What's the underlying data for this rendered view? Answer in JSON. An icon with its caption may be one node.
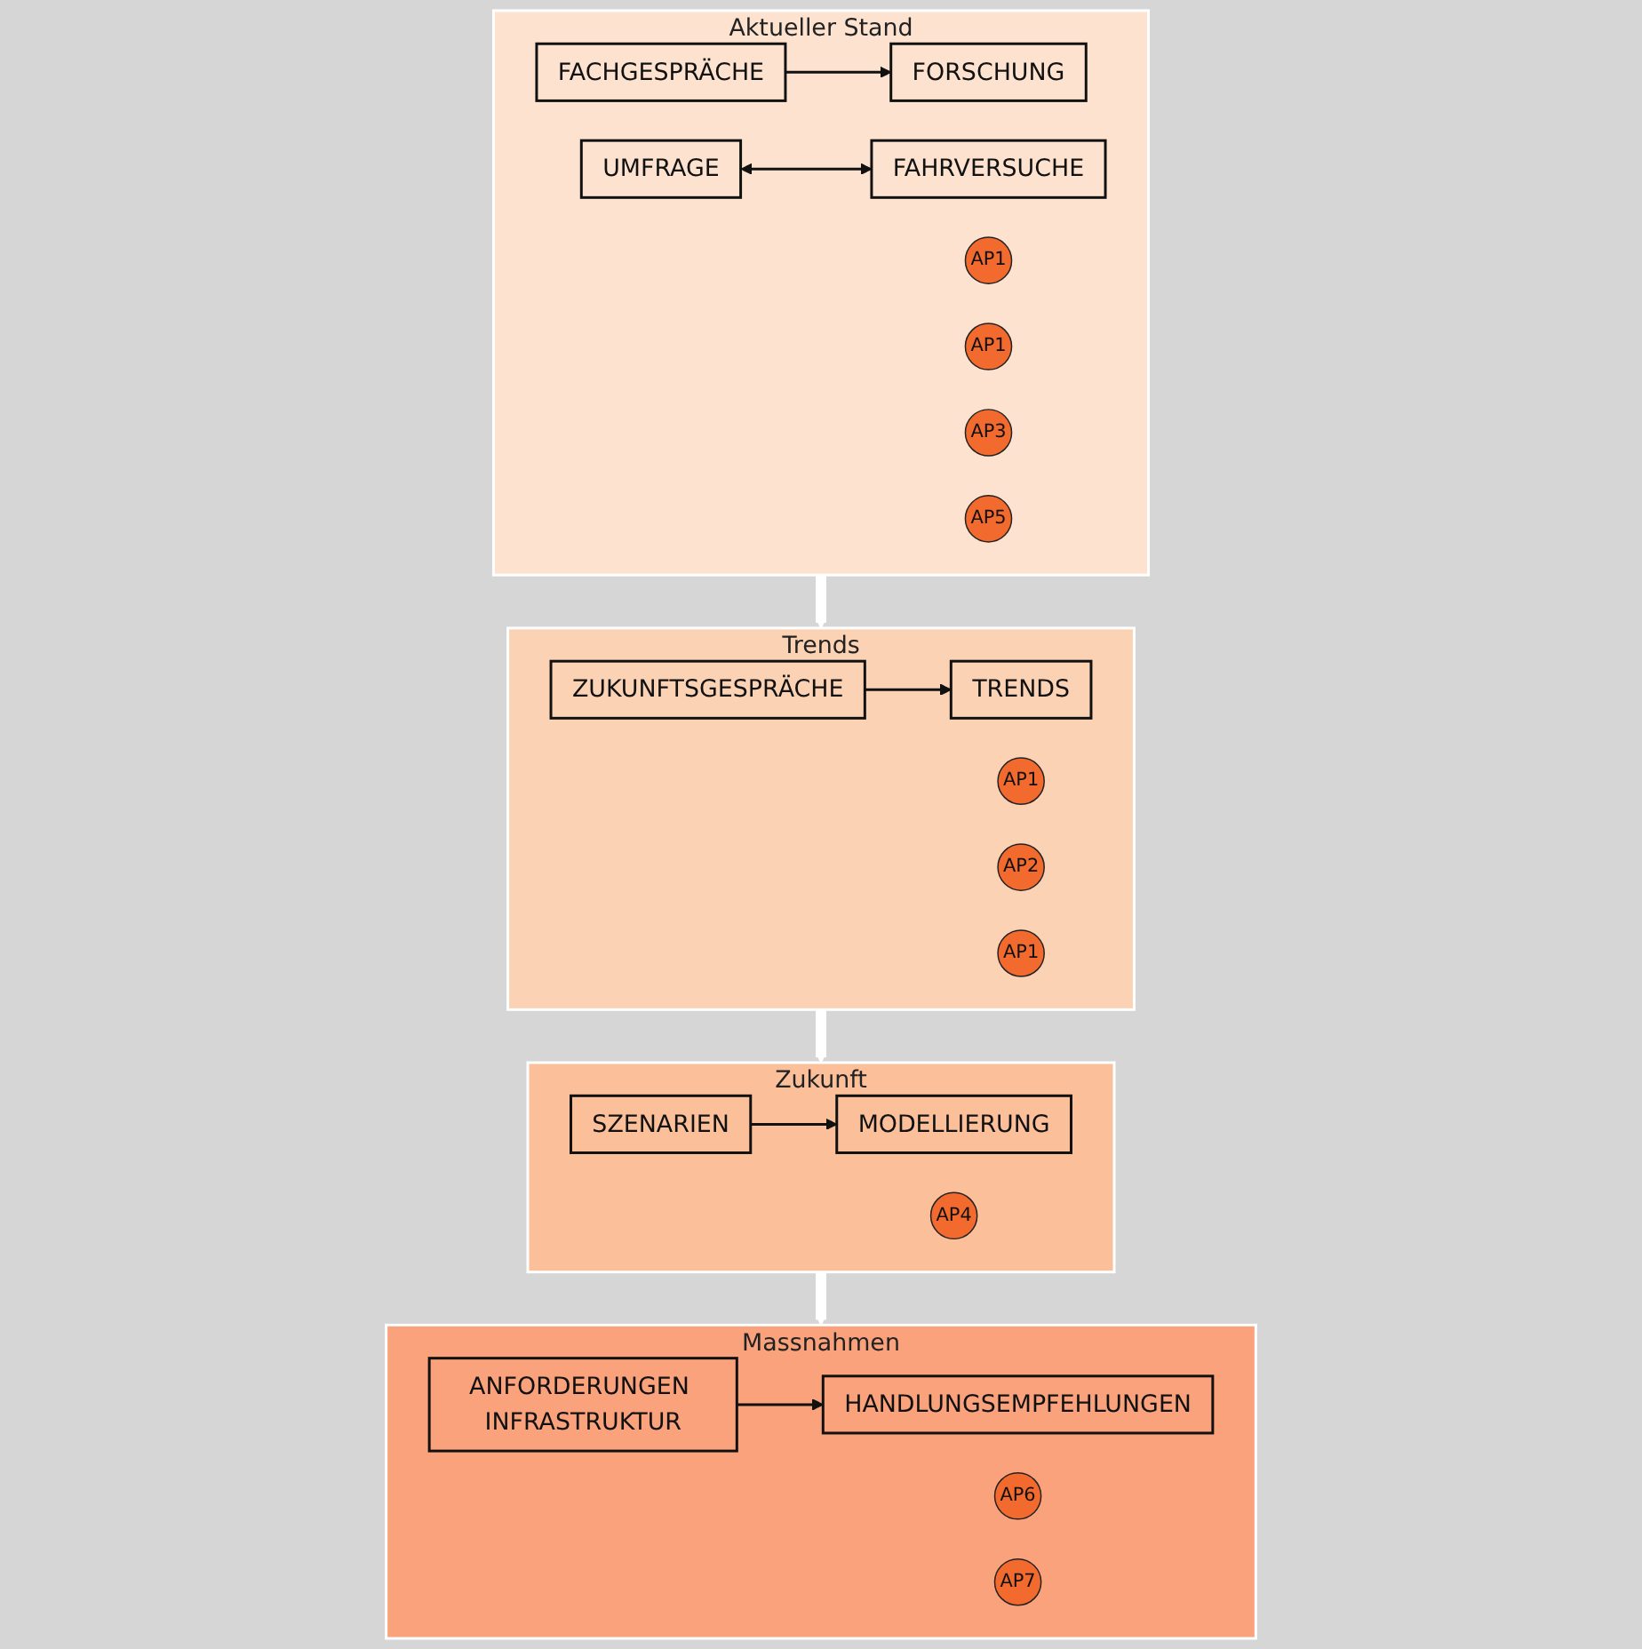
{
  "diagram": {
    "nodes": [
      {
        "text": [
          "Aktueller Stand"
        ]
      },
      {
        "text": [
          "FORSCHUNG"
        ],
        "in": 0
      },
      {
        "text": [
          "AP1"
        ],
        "in": 0
      },
      {
        "text": [
          "FACHGESPRÄCHE"
        ],
        "in": 0
      },
      {
        "text": [
          "AP1"
        ],
        "in": 0
      },
      {
        "text": [
          "UMFRAGE"
        ],
        "in": 0
      },
      {
        "text": [
          "AP3"
        ],
        "in": 0
      },
      {
        "text": [
          "FAHRVERSUCHE"
        ],
        "in": 0
      },
      {
        "text": [
          "AP5"
        ],
        "in": 0
      },
      {
        "text": [
          "Trends"
        ]
      },
      {
        "text": [
          "TRENDS"
        ],
        "in": 9
      },
      {
        "text": [
          "AP1"
        ],
        "in": 9
      },
      {
        "text": [
          "AP2"
        ],
        "in": 9
      },
      {
        "text": [
          "ZUKUNFTSGESPRÄCHE"
        ],
        "in": 9
      },
      {
        "text": [
          "AP1"
        ],
        "in": 9
      },
      {
        "text": [
          "Zukunft"
        ]
      },
      {
        "text": [
          "SZENARIEN"
        ],
        "in": 15
      },
      {
        "text": [
          "MODELLIERUNG"
        ],
        "in": 15
      },
      {
        "text": [
          "AP4"
        ],
        "in": 15
      },
      {
        "text": [
          "Massnahmen"
        ]
      },
      {
        "text": [
          "ANFORDERUNGEN INFRASTRUKTUR"
        ],
        "in": 19
      },
      {
        "text": [
          "AP6"
        ],
        "in": 19
      },
      {
        "text": [
          "HANDLUNGSEMPFEHLUNGEN"
        ],
        "in": 19
      },
      {
        "text": [
          "AP7"
        ],
        "in": 19
      }
    ],
    "edges": [
      {
        "from": 3,
        "to": 1,
        "arrow": "to"
      },
      {
        "from": 5,
        "to": 7,
        "arrow": "both"
      },
      {
        "from": 13,
        "to": 10,
        "arrow": "to"
      },
      {
        "from": 16,
        "to": 17,
        "arrow": "to"
      },
      {
        "from": 20,
        "to": 22,
        "arrow": "to"
      },
      {
        "from": 0,
        "to": 9,
        "arrow": "to",
        "style": "thick",
        "color": "#ffffff"
      },
      {
        "from": 9,
        "to": 15,
        "arrow": "to",
        "style": "thick",
        "color": "#ffffff"
      },
      {
        "from": 15,
        "to": 19,
        "arrow": "to",
        "style": "thick",
        "color": "#ffffff"
      }
    ]
  }
}
